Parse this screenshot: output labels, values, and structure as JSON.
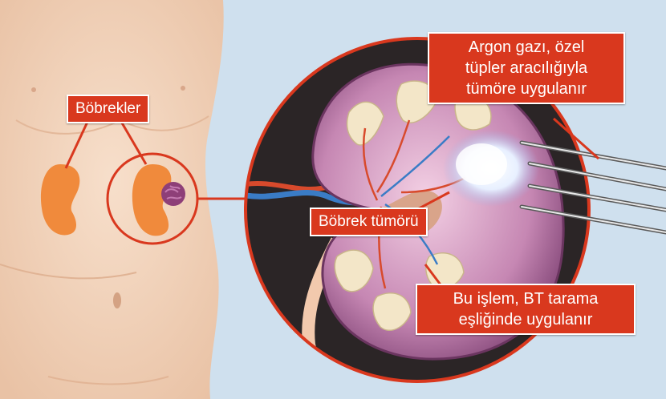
{
  "labels": {
    "kidneys": "Böbrekler",
    "tumor": "Böbrek tümörü",
    "argon_lines": [
      "Argon gazı, özel",
      "tüpler aracılığıyla",
      "tümöre uygulanır"
    ],
    "ct_lines": [
      "Bu işlem, BT tarama",
      "eşliğinde uygulanır"
    ]
  },
  "colors": {
    "label_bg": "#d9381e",
    "skin": "#f3d6bf",
    "background": "#cfe0ee",
    "kidney": "#f08a3c",
    "tumor": "#8e3f78"
  }
}
